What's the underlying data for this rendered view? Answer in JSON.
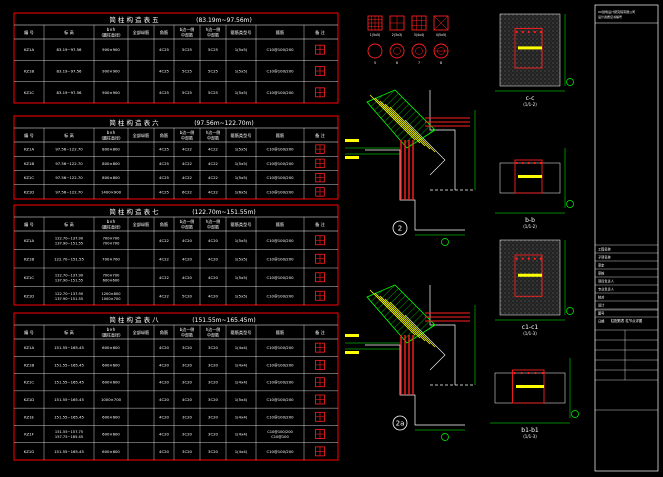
{
  "tables": [
    {
      "title": "简 柱 构 造 表 五",
      "range": "(83.19m~97.56m)",
      "headers": [
        "编 号",
        "标 高",
        "b×h (圆柱直径)",
        "全部纵筋",
        "角筋",
        "b边一侧 中部筋",
        "h边一侧 中部筋",
        "箍筋类型号",
        "箍筋",
        "备 注"
      ],
      "rows": [
        [
          "KZ1A",
          "83.19~97.56",
          "900×900",
          "",
          "4C25",
          "5C25",
          "5C25",
          "1(5x5)",
          "C10@100/200",
          ""
        ],
        [
          "KZ1B",
          "83.19~97.56",
          "900×900",
          "",
          "4C25",
          "5C25",
          "5C25",
          "1(5x5)",
          "C10@100/200",
          ""
        ],
        [
          "KZ1C",
          "83.19~97.56",
          "900×900",
          "",
          "4C25",
          "5C25",
          "5C25",
          "1(5x5)",
          "C10@100/200",
          ""
        ]
      ]
    },
    {
      "title": "简 柱 构 造 表 六",
      "range": "(97.56m~122.70m)",
      "headers": [
        "编 号",
        "标 高",
        "b×h (圆柱直径)",
        "全部纵筋",
        "角筋",
        "b边一侧 中部筋",
        "h边一侧 中部筋",
        "箍筋类型号",
        "箍筋",
        "备 注"
      ],
      "rows": [
        [
          "KZ1A",
          "97.56~122.70",
          "800×800",
          "",
          "4C25",
          "4C22",
          "4C22",
          "1(5x5)",
          "C10@100/200",
          ""
        ],
        [
          "KZ1B",
          "97.56~122.70",
          "800×800",
          "",
          "4C25",
          "4C22",
          "4C22",
          "1(5x5)",
          "C10@100/200",
          ""
        ],
        [
          "KZ1C",
          "97.56~122.70",
          "800×800",
          "",
          "4C25",
          "4C22",
          "4C22",
          "1(5x5)",
          "C10@100/200",
          ""
        ],
        [
          "KZ1D",
          "97.56~122.70",
          "1400×900",
          "",
          "4C25",
          "6C22",
          "4C22",
          "1(6x5)",
          "C10@100/200",
          ""
        ]
      ]
    },
    {
      "title": "简 柱 构 造 表 七",
      "range": "(122.70m~151.55m)",
      "headers": [
        "编 号",
        "标 高",
        "b×h (圆柱直径)",
        "全部纵筋",
        "角筋",
        "b边一侧 中部筋",
        "h边一侧 中部筋",
        "箍筋类型号",
        "箍筋",
        "备 注"
      ],
      "rows": [
        [
          "KZ1A",
          "122.70~137.90 137.90~151.55",
          "700×700 700×700",
          "",
          "4C22",
          "4C20",
          "4C20",
          "1(5x5)",
          "C10@100/200",
          ""
        ],
        [
          "KZ1B",
          "122.70~151.55",
          "700×700",
          "",
          "4C22",
          "4C20",
          "4C20",
          "1(5x5)",
          "C10@100/200",
          ""
        ],
        [
          "KZ1C",
          "122.70~137.90 137.90~151.55",
          "700×700 600×600",
          "",
          "4C22",
          "4C20",
          "4C20",
          "1(5x5)",
          "C10@100/200",
          ""
        ],
        [
          "KZ1D",
          "122.70~137.90 137.90~151.55",
          "1200×800 1000×700",
          "",
          "4C22",
          "5C20",
          "4C20",
          "1(5x5)",
          "C10@100/200",
          ""
        ]
      ]
    },
    {
      "title": "简 柱 构 造 表 八",
      "range": "(151.55m~165.45m)",
      "headers": [
        "编 号",
        "标 高",
        "b×h (圆柱直径)",
        "全部纵筋",
        "角筋",
        "b边一侧 中部筋",
        "h边一侧 中部筋",
        "箍筋类型号",
        "箍筋",
        "备 注"
      ],
      "rows": [
        [
          "KZ1A",
          "151.55~165.45",
          "600×600",
          "",
          "4C20",
          "3C20",
          "3C20",
          "1(4x4)",
          "C10@100/200",
          ""
        ],
        [
          "KZ1B",
          "151.55~165.45",
          "600×600",
          "",
          "4C20",
          "3C20",
          "3C20",
          "1(4x4)",
          "C10@100/200",
          ""
        ],
        [
          "KZ1C",
          "151.55~165.45",
          "600×600",
          "",
          "4C20",
          "3C20",
          "3C20",
          "1(4x4)",
          "C10@100/200",
          ""
        ],
        [
          "KZ1D",
          "151.55~165.45",
          "1000×700",
          "",
          "4C20",
          "4C20",
          "3C20",
          "1(5x4)",
          "C10@100/200",
          ""
        ],
        [
          "KZ1E",
          "151.55~165.45",
          "600×600",
          "",
          "4C20",
          "3C20",
          "3C20",
          "1(4x4)",
          "C10@100/200",
          ""
        ],
        [
          "KZ1F",
          "151.55~157.75 157.75~165.45",
          "600×600",
          "",
          "4C20",
          "3C20",
          "3C20",
          "1(4x4)",
          "C10@100/200 C10@100",
          ""
        ],
        [
          "KZ1G",
          "151.55~165.45",
          "600×600",
          "",
          "4C20",
          "3C20",
          "3C20",
          "1(4x4)",
          "C10@100/200",
          ""
        ]
      ]
    }
  ],
  "stirrup_legend": [
    "1(5x5)",
    "2(3x3)",
    "3(4x4)",
    "4(5x5)",
    "5",
    "6",
    "7",
    "8"
  ],
  "node_labels": {
    "node1": "2",
    "node2": "2a"
  },
  "sections": {
    "c_c": {
      "title": "c-c",
      "sub": "(1/1-2)"
    },
    "b_b": {
      "title": "b-b",
      "sub": "(1/1-2)"
    },
    "c1_c1": {
      "title": "c1-c1",
      "sub": "(1/1-3)"
    },
    "b1_b1": {
      "title": "b1-b1",
      "sub": "(1/1-3)"
    }
  },
  "title_block": {
    "header_lines": [
      "XX建筑设计研究院有限公司",
      "设计资质证书编号"
    ],
    "drawing_title": "柱配筋表 柱节点详图",
    "rows": [
      "工程名称",
      "子项名称",
      "审定",
      "审核",
      "项目负责人",
      "专业负责人",
      "校对",
      "设计",
      "图号",
      "日期"
    ]
  },
  "colors": {
    "bg": "#000000",
    "table_border": "#ff0000",
    "grid": "#ffffff",
    "rebar": "#ff2020",
    "dim": "#00ff00",
    "hatch": "#7f7f7f",
    "text_yellow": "#ffff00",
    "text_cyan": "#00ffff"
  }
}
